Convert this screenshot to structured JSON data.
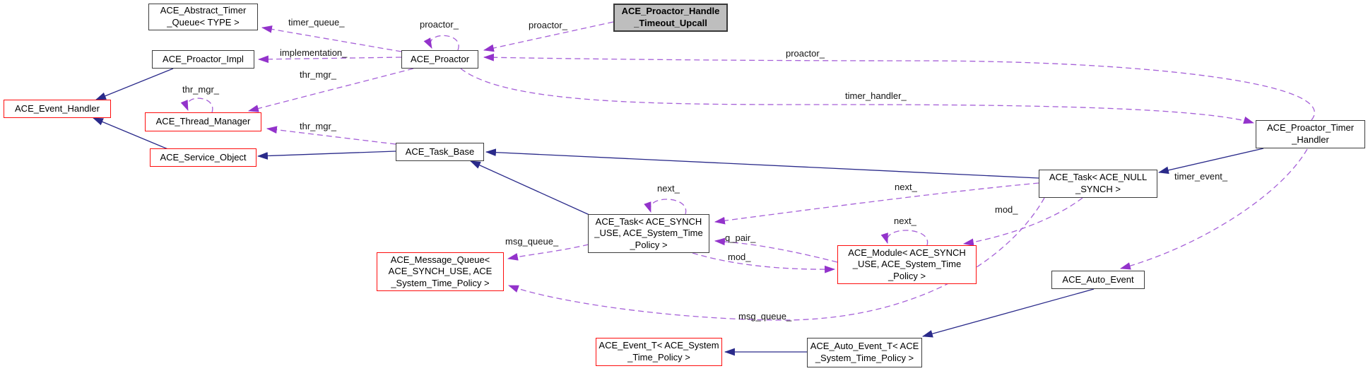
{
  "diagram": {
    "title": "ACE_Proactor_Handle_Timeout_Upcall collaboration graph",
    "colors": {
      "background": "#ffffff",
      "inheritance_edge": "#2a2a8a",
      "usage_edge_line": "#a661d8",
      "usage_edge_arrow": "#9333cb",
      "node_border": "#3d3d3d",
      "truncated_node_border": "#fe0d0d",
      "focus_node_fill": "#bebebe",
      "text": "#000000"
    }
  },
  "nodes": {
    "abstract_timer_queue": {
      "label": "ACE_Abstract_Timer\n_Queue< TYPE >"
    },
    "proactor_impl": {
      "label": "ACE_Proactor_Impl"
    },
    "event_handler": {
      "label": "ACE_Event_Handler"
    },
    "thread_manager": {
      "label": "ACE_Thread_Manager"
    },
    "service_object": {
      "label": "ACE_Service_Object"
    },
    "proactor": {
      "label": "ACE_Proactor"
    },
    "handle_timeout_upcall": {
      "label": "ACE_Proactor_Handle\n_Timeout_Upcall"
    },
    "task_base": {
      "label": "ACE_Task_Base"
    },
    "proactor_timer_handler": {
      "label": "ACE_Proactor_Timer\n_Handler"
    },
    "task_null_synch": {
      "label": "ACE_Task< ACE_NULL\n_SYNCH >"
    },
    "task_synch_use": {
      "label": "ACE_Task< ACE_SYNCH\n_USE, ACE_System_Time\n_Policy >"
    },
    "module": {
      "label": "ACE_Module< ACE_SYNCH\n_USE, ACE_System_Time\n_Policy >"
    },
    "message_queue": {
      "label": "ACE_Message_Queue<\nACE_SYNCH_USE, ACE\n_System_Time_Policy >"
    },
    "auto_event": {
      "label": "ACE_Auto_Event"
    },
    "event_t": {
      "label": "ACE_Event_T< ACE_System\n_Time_Policy >"
    },
    "auto_event_t": {
      "label": "ACE_Auto_Event_T< ACE\n_System_Time_Policy >"
    }
  },
  "edge_labels": {
    "timer_queue": "timer_queue_",
    "implementation": "implementation_",
    "proactor_self": "proactor_",
    "proactor_from_upcall": "proactor_",
    "proactor_from_timer_handler": "proactor_",
    "thr_mgr_from_proactor": "thr_mgr_",
    "thr_mgr_self": "thr_mgr_",
    "thr_mgr_from_task_base": "thr_mgr_",
    "timer_handler": "timer_handler_",
    "timer_event": "timer_event_",
    "next_task_self": "next_",
    "next_from_null_task": "next_",
    "next_module_self": "next_",
    "mod_from_null_task": "mod_",
    "mod_from_task": "mod_",
    "q_pair": "q_pair_",
    "msg_queue_from_task": "msg_queue_",
    "msg_queue_from_null_task": "msg_queue_"
  }
}
